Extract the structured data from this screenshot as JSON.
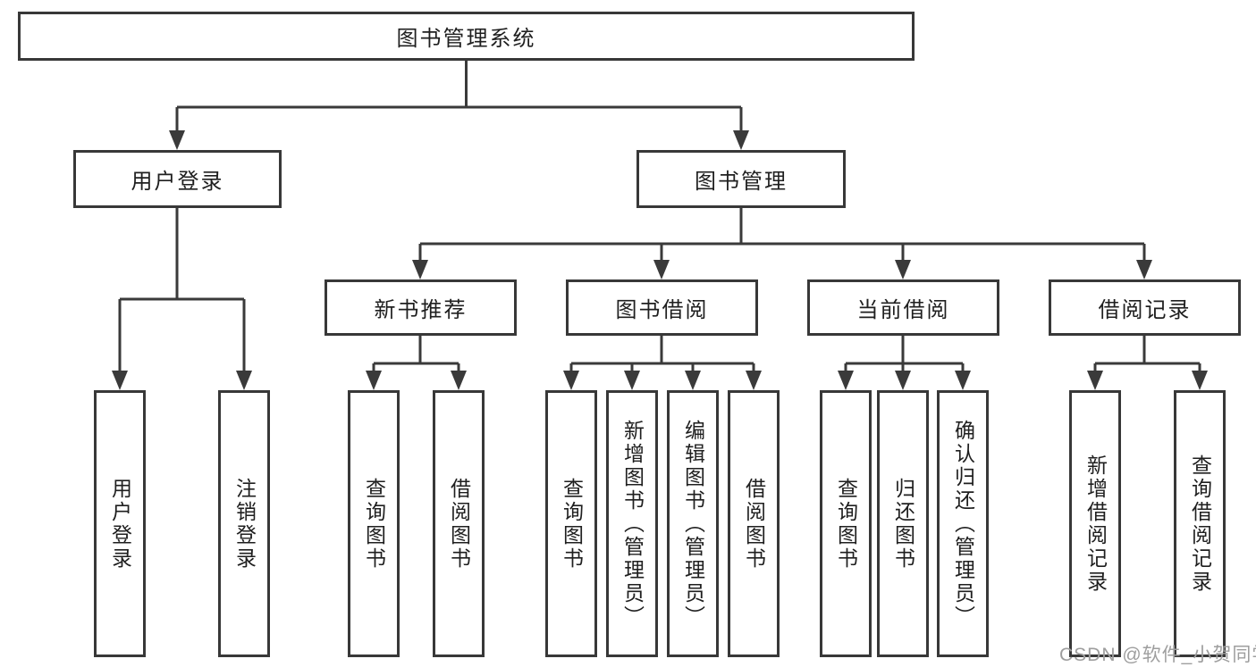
{
  "diagram": {
    "tree": {
      "label": "图书管理系统",
      "children": [
        {
          "label": "用户登录",
          "children": [
            {
              "label": "用户登录"
            },
            {
              "label": "注销登录"
            }
          ]
        },
        {
          "label": "图书管理",
          "children": [
            {
              "label": "新书推荐",
              "children": [
                {
                  "label": "查询图书"
                },
                {
                  "label": "借阅图书"
                }
              ]
            },
            {
              "label": "图书借阅",
              "children": [
                {
                  "label": "查询图书"
                },
                {
                  "label": "新增图书（管理员）"
                },
                {
                  "label": "编辑图书（管理员）"
                },
                {
                  "label": "借阅图书"
                }
              ]
            },
            {
              "label": "当前借阅",
              "children": [
                {
                  "label": "查询图书"
                },
                {
                  "label": "归还图书"
                },
                {
                  "label": "确认归还（管理员）"
                }
              ]
            },
            {
              "label": "借阅记录",
              "children": [
                {
                  "label": "新增借阅记录"
                },
                {
                  "label": "查询借阅记录"
                }
              ]
            }
          ]
        }
      ]
    },
    "colors": {
      "line": "#3a3a3a",
      "border": "#383838",
      "text": "#1f1f1f",
      "watermark_text": "#9e9e9e",
      "background": "#ffffff"
    },
    "watermark": {
      "text": "CSDN @软件_小贺同学"
    }
  }
}
